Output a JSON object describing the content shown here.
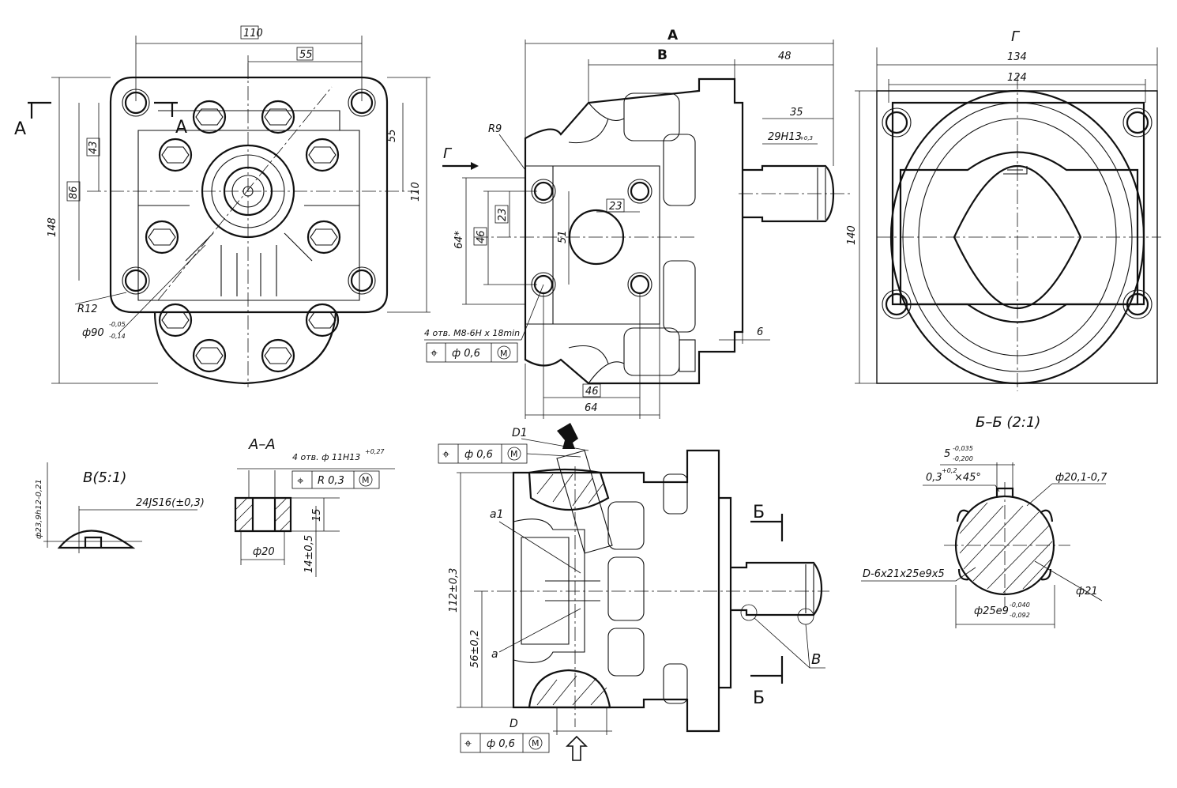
{
  "views": {
    "front": {
      "dims": [
        "110",
        "55",
        "43",
        "86",
        "148",
        "55",
        "110",
        "R12"
      ],
      "section_mark": "A",
      "dia90": "ф90",
      "dia90_tol_upper": "-0,05",
      "dia90_tol_lower": "-0,14"
    },
    "side": {
      "label_top": "A",
      "label_second": "B",
      "dims": [
        "48",
        "35",
        "29H13",
        "R9",
        "23",
        "46",
        "64*",
        "51",
        "23",
        "6",
        "46",
        "64"
      ],
      "tol_29": "+0,3",
      "view_arrow": "Г",
      "thread_note": "4 отв. M8-6H x 18min",
      "tol_frame": {
        "symbol": "⌖",
        "value": "ф 0,6",
        "modifier": "M"
      }
    },
    "right": {
      "view_label": "Г",
      "dims": [
        "134",
        "124",
        "140"
      ]
    },
    "detail_b": {
      "title": "B(5:1)",
      "dia": "ф23,9h12-0,21",
      "js": "24JS16(±0,3)"
    },
    "section_aa": {
      "title": "A–A",
      "holes": "4 отв. ф 11H13",
      "holes_tol": "+0,27",
      "frame": {
        "symbol": "⌖",
        "value": "R 0,3",
        "modifier": "M"
      },
      "dims": [
        "15",
        "ф20",
        "14±0,5"
      ]
    },
    "bottom": {
      "frame_top": {
        "symbol": "⌖",
        "value": "ф 0,6",
        "modifier": "M"
      },
      "frame_bottom": {
        "symbol": "⌖",
        "value": "ф 0,6",
        "modifier": "M"
      },
      "labels": [
        "D1",
        "a1",
        "a",
        "D",
        "Б",
        "Б",
        "B"
      ],
      "dims": [
        "112±0,3",
        "56±0,2"
      ]
    },
    "section_bb": {
      "title": "Б–Б (2:1)",
      "key": "5",
      "key_tol_upper": "-0,035",
      "key_tol_lower": "-0,200",
      "chamfer": "0,3",
      "chamfer_tol": "+0,2",
      "chamfer_tail": "×45°",
      "dia20": "ф20,1-0,7",
      "spline": "D-6x21x25e9x5",
      "dia21": "ф21",
      "dia25": "ф25e9",
      "dia25_tol_upper": "-0,040",
      "dia25_tol_lower": "-0,092"
    }
  }
}
